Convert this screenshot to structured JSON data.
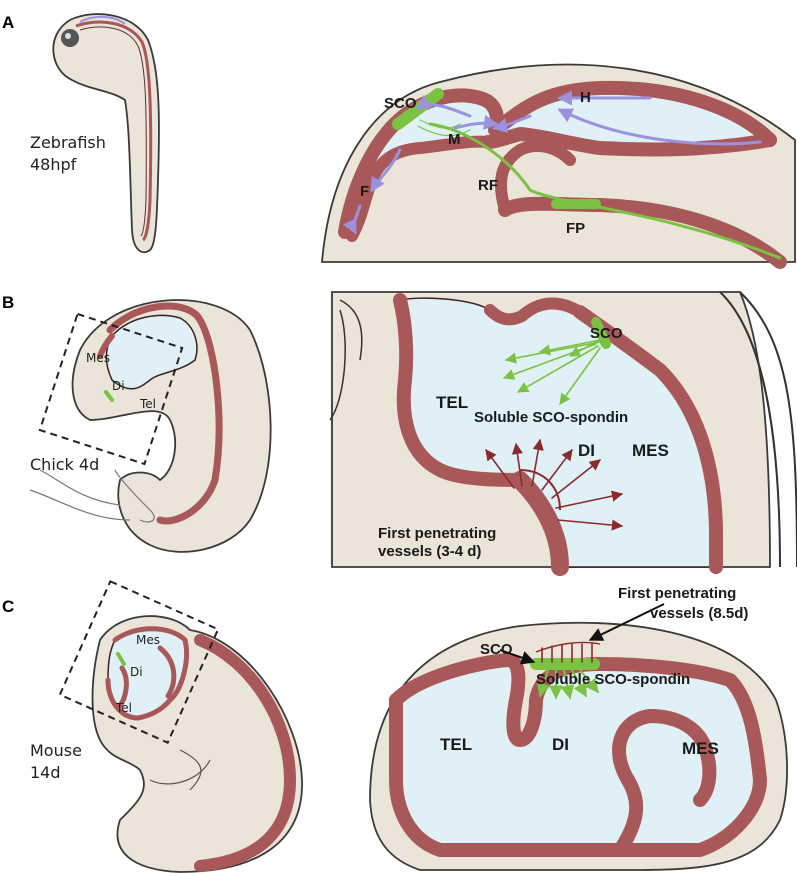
{
  "panels": {
    "a": {
      "letter": "A",
      "organism": "Zebrafish",
      "stage": "48hpf",
      "labels": {
        "sco": "SCO",
        "h": "H",
        "m": "M",
        "f": "F",
        "rf": "RF",
        "fp": "FP"
      }
    },
    "b": {
      "letter": "B",
      "organism_stage": "Chick 4d",
      "inset_labels": {
        "mes": "Mes",
        "di": "Di",
        "tel": "Tel"
      },
      "labels": {
        "sco": "SCO",
        "soluble": "Soluble SCO-spondin",
        "tel": "TEL",
        "di": "DI",
        "mes": "MES",
        "vessels_line1": "First penetrating",
        "vessels_line2": "vessels (3-4 d)"
      }
    },
    "c": {
      "letter": "C",
      "organism": "Mouse",
      "stage": "14d",
      "inset_labels": {
        "mes": "Mes",
        "di": "Di",
        "tel": "Tel"
      },
      "labels": {
        "vessels_line1": "First penetrating",
        "vessels_line2": "vessels (8.5d)",
        "sco": "SCO",
        "soluble": "Soluble SCO-spondin",
        "tel": "TEL",
        "di": "DI",
        "mes": "MES"
      }
    }
  },
  "colors": {
    "neural_wall": "#a85858",
    "ventricle": "#dff1f6",
    "tissue": "#ebe4d8",
    "sco_green": "#7cc242",
    "csf_flow": "#9c91de",
    "vessels": "#8a2a2a"
  }
}
